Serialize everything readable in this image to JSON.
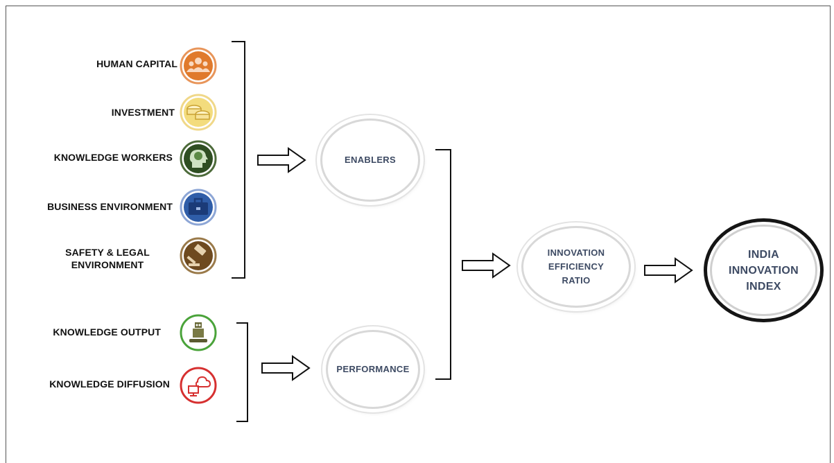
{
  "enabler_pillars": [
    {
      "label": "HUMAN CAPITAL",
      "icon": "people-group-icon",
      "color": "#e07a2c"
    },
    {
      "label": "INVESTMENT",
      "icon": "coins-icon",
      "color": "#e8c64a"
    },
    {
      "label": "KNOWLEDGE WORKERS",
      "icon": "brain-head-icon",
      "color": "#3a5e2a"
    },
    {
      "label": "BUSINESS ENVIRONMENT",
      "icon": "briefcase-icon",
      "color": "#2f5da8"
    },
    {
      "label": "SAFETY & LEGAL",
      "label2": "ENVIRONMENT",
      "icon": "gavel-icon",
      "color": "#7a5525"
    }
  ],
  "performance_pillars": [
    {
      "label": "KNOWLEDGE OUTPUT",
      "icon": "robot-icon",
      "color": "#4aa33a"
    },
    {
      "label": "KNOWLEDGE DIFFUSION",
      "icon": "cloud-computer-icon",
      "color": "#d63030"
    }
  ],
  "nodes": {
    "enablers": "ENABLERS",
    "performance": "PERFORMANCE",
    "ratio_line1": "INNOVATION",
    "ratio_line2": "EFFICIENCY",
    "ratio_line3": "RATIO",
    "index_line1": "INDIA",
    "index_line2": "INNOVATION",
    "index_line3": "INDEX"
  },
  "colors": {
    "node_text": "#3d4a63",
    "label_text": "#111111"
  }
}
